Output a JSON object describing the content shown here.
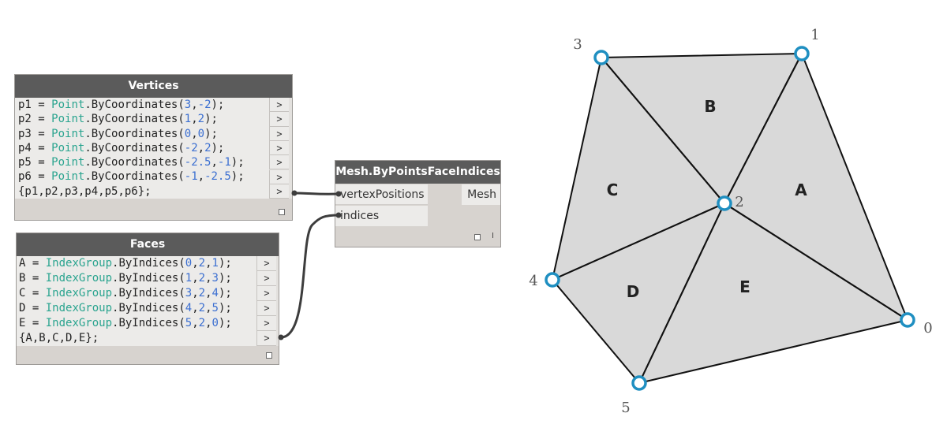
{
  "vertices_node": {
    "title": "Vertices",
    "lines": [
      {
        "var": "p1",
        "cls": "Point",
        "method": "ByCoordinates",
        "args": [
          "3",
          "-2"
        ]
      },
      {
        "var": "p2",
        "cls": "Point",
        "method": "ByCoordinates",
        "args": [
          "1",
          "2"
        ]
      },
      {
        "var": "p3",
        "cls": "Point",
        "method": "ByCoordinates",
        "args": [
          "0",
          "0"
        ]
      },
      {
        "var": "p4",
        "cls": "Point",
        "method": "ByCoordinates",
        "args": [
          "-2",
          "2"
        ]
      },
      {
        "var": "p5",
        "cls": "Point",
        "method": "ByCoordinates",
        "args": [
          "-2.5",
          "-1"
        ]
      },
      {
        "var": "p6",
        "cls": "Point",
        "method": "ByCoordinates",
        "args": [
          "-1",
          "-2.5"
        ]
      }
    ],
    "list_line": "{p1,p2,p3,p4,p5,p6};",
    "port_glyph": ">"
  },
  "faces_node": {
    "title": "Faces",
    "lines": [
      {
        "var": "A",
        "cls": "IndexGroup",
        "method": "ByIndices",
        "args": [
          "0",
          "2",
          "1"
        ]
      },
      {
        "var": "B",
        "cls": "IndexGroup",
        "method": "ByIndices",
        "args": [
          "1",
          "2",
          "3"
        ]
      },
      {
        "var": "C",
        "cls": "IndexGroup",
        "method": "ByIndices",
        "args": [
          "3",
          "2",
          "4"
        ]
      },
      {
        "var": "D",
        "cls": "IndexGroup",
        "method": "ByIndices",
        "args": [
          "4",
          "2",
          "5"
        ]
      },
      {
        "var": "E",
        "cls": "IndexGroup",
        "method": "ByIndices",
        "args": [
          "5",
          "2",
          "0"
        ]
      }
    ],
    "list_line": "{A,B,C,D,E};",
    "port_glyph": ">"
  },
  "mesh_node": {
    "title": "Mesh.ByPointsFaceIndices",
    "inputs": [
      "vertexPositions",
      "indices"
    ],
    "output": "Mesh",
    "foot_mark": "I"
  },
  "diagram": {
    "vertex_labels": [
      "0",
      "1",
      "2",
      "3",
      "4",
      "5"
    ],
    "face_labels": [
      "A",
      "B",
      "C",
      "D",
      "E"
    ],
    "colors": {
      "face_fill": "#d9d9d9",
      "edge": "#111111",
      "vertex_stroke": "#1f8fc1",
      "vertex_fill": "#ffffff",
      "wire": "#3d3d3d"
    }
  }
}
